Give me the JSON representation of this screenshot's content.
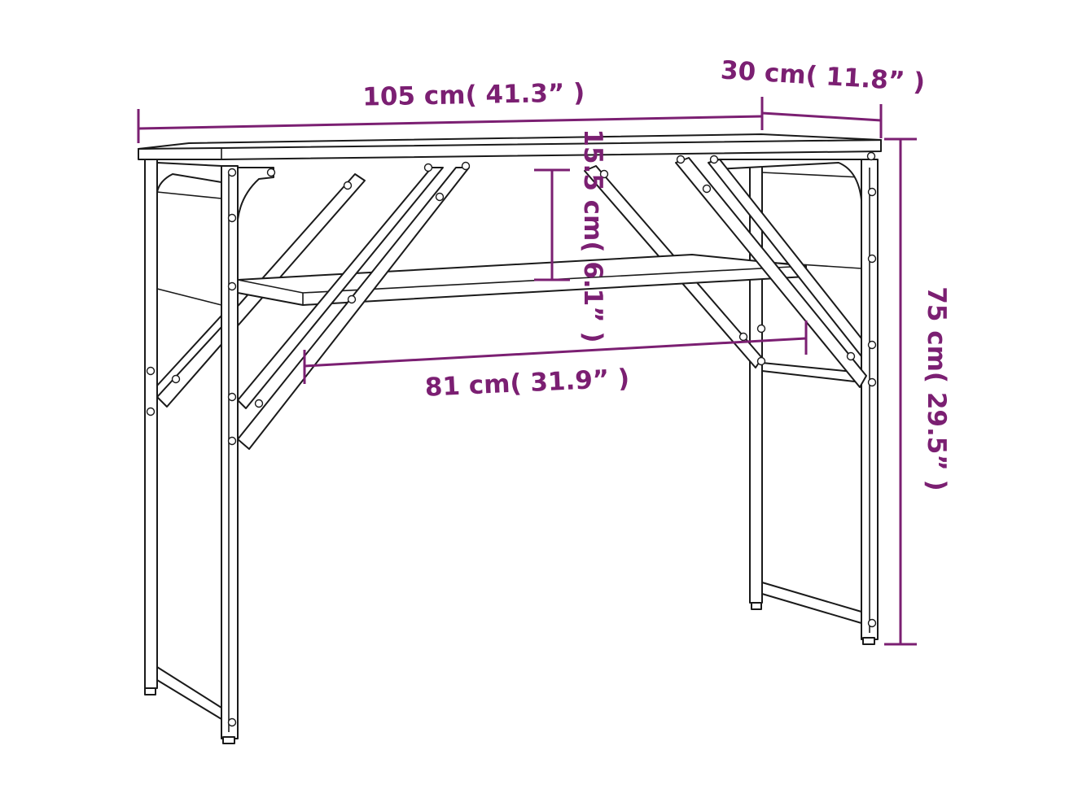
{
  "diagram": {
    "subject": "console table with lower shelf",
    "dimension_color": "#7b1f72",
    "line_color": "#1a1a1a",
    "dimensions": {
      "width": "105 cm( 41.3” )",
      "depth": "30 cm( 11.8” )",
      "height": "75 cm( 29.5” )",
      "shelf_width": "81 cm( 31.9” )",
      "shelf_gap": "15.5 cm( 6.1” )"
    }
  }
}
